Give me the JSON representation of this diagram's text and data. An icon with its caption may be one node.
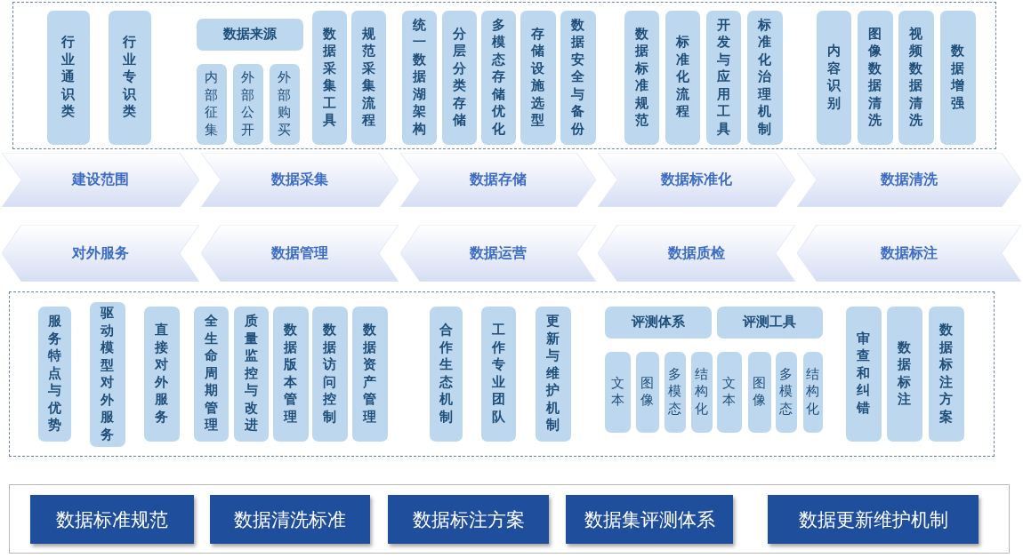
{
  "diagram": {
    "nodes": [
      {
        "text": [],
        "shape": "box"
      },
      {
        "text": [
          "行业通识类"
        ],
        "in": 0
      },
      {
        "text": [
          "行业专识类"
        ],
        "in": 0
      },
      {
        "text": [
          "数据来源"
        ],
        "in": 0
      },
      {
        "text": [
          "内部征集"
        ],
        "in": 0
      },
      {
        "text": [
          "外部公开"
        ],
        "in": 0
      },
      {
        "text": [
          "外部购买"
        ],
        "in": 0
      },
      {
        "text": [
          "数据采集工具"
        ],
        "in": 0
      },
      {
        "text": [
          "规范采集流程"
        ],
        "in": 0
      },
      {
        "text": [
          "统一数据湖架构"
        ],
        "in": 0
      },
      {
        "text": [
          "分层分类存储"
        ],
        "in": 0
      },
      {
        "text": [
          "多模态存储优化"
        ],
        "in": 0
      },
      {
        "text": [
          "存储设施选型"
        ],
        "in": 0
      },
      {
        "text": [
          "数据安全与备份"
        ],
        "in": 0
      },
      {
        "text": [
          "数据标准规范"
        ],
        "in": 0
      },
      {
        "text": [
          "标准化流程"
        ],
        "in": 0
      },
      {
        "text": [
          "开发与应用工具"
        ],
        "in": 0
      },
      {
        "text": [
          "标准化治理机制"
        ],
        "in": 0
      },
      {
        "text": [
          "内容识别"
        ],
        "in": 0
      },
      {
        "text": [
          "图像数据清洗"
        ],
        "in": 0
      },
      {
        "text": [
          "视频数据清洗"
        ],
        "in": 0
      },
      {
        "text": [
          "数据增强"
        ],
        "in": 0
      },
      {
        "text": [
          "建设范围"
        ]
      },
      {
        "text": [
          "数据采集"
        ]
      },
      {
        "text": [
          "数据存储"
        ]
      },
      {
        "text": [
          "数据标准化"
        ]
      },
      {
        "text": [
          "数据清洗"
        ]
      },
      {
        "text": [
          "对外服务"
        ]
      },
      {
        "text": [
          "数据管理"
        ]
      },
      {
        "text": [
          "数据运营"
        ]
      },
      {
        "text": [
          "数据质检"
        ]
      },
      {
        "text": [
          "数据标注"
        ]
      },
      {
        "text": [],
        "shape": "box"
      },
      {
        "text": [
          "服务特点与优势"
        ],
        "in": 32
      },
      {
        "text": [
          "驱动模型对外服务"
        ],
        "in": 32
      },
      {
        "text": [
          "直接对外服务"
        ],
        "in": 32
      },
      {
        "text": [
          "全生命周期管理"
        ],
        "in": 32
      },
      {
        "text": [
          "质量监控与改进"
        ],
        "in": 32
      },
      {
        "text": [
          "数据版本管理"
        ],
        "in": 32
      },
      {
        "text": [
          "数据访问控制"
        ],
        "in": 32
      },
      {
        "text": [
          "数据资产管理"
        ],
        "in": 32
      },
      {
        "text": [
          "合作生态机制"
        ],
        "in": 32
      },
      {
        "text": [
          "工作专业团队"
        ],
        "in": 32
      },
      {
        "text": [
          "更新与维护机制"
        ],
        "in": 32
      },
      {
        "text": [
          "评测体系"
        ],
        "in": 32
      },
      {
        "text": [
          "评测工具"
        ],
        "in": 32
      },
      {
        "text": [
          "文本"
        ],
        "in": 32
      },
      {
        "text": [
          "图像"
        ],
        "in": 32
      },
      {
        "text": [
          "多模态"
        ],
        "in": 32
      },
      {
        "text": [
          "结构化"
        ],
        "in": 32
      },
      {
        "text": [
          "文本"
        ],
        "in": 32
      },
      {
        "text": [
          "图像"
        ],
        "in": 32
      },
      {
        "text": [
          "多模态"
        ],
        "in": 32
      },
      {
        "text": [
          "结构化"
        ],
        "in": 32
      },
      {
        "text": [
          "审查和纠错"
        ],
        "in": 32
      },
      {
        "text": [
          "数据标注"
        ],
        "in": 32
      },
      {
        "text": [
          "数据标注方案"
        ],
        "in": 32
      },
      {
        "text": [],
        "shape": "box"
      },
      {
        "text": [
          "数据标准规范"
        ],
        "in": 57
      },
      {
        "text": [
          "数据清洗标准"
        ],
        "in": 57
      },
      {
        "text": [
          "数据标注方案"
        ],
        "in": 57
      },
      {
        "text": [
          "数据集评测体系"
        ],
        "in": 57
      },
      {
        "text": [
          "数据更新维护机制"
        ],
        "in": 57
      }
    ]
  }
}
